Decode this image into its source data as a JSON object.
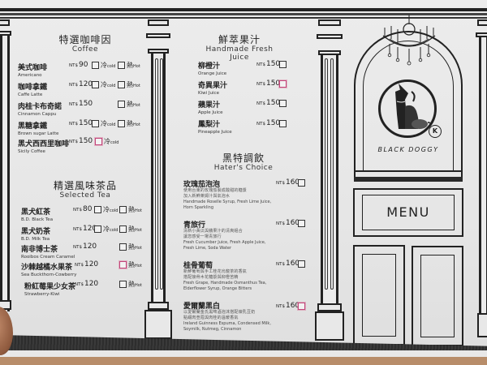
{
  "brand": {
    "name": "BLACK DOGGY",
    "menu_label": "MENU",
    "logo_tag": "K"
  },
  "currency": "NT$",
  "coffee": {
    "title": "特選咖啡因",
    "subtitle": "Coffee",
    "items": [
      {
        "zh": "美式咖啡",
        "en": "Americano",
        "price": "90",
        "cold": "冷",
        "cold_en": "cold",
        "hot": "熱",
        "hot_en": "Hot"
      },
      {
        "zh": "咖啡拿鐵",
        "en": "Caffe Latte",
        "price": "120",
        "cold": "冷",
        "cold_en": "cold",
        "hot": "熱",
        "hot_en": "Hot"
      },
      {
        "zh": "肉桂卡布奇諾",
        "en": "Cinnamon Cappu",
        "price": "150",
        "hot": "熱",
        "hot_en": "Hot"
      },
      {
        "zh": "黑糖拿鐵",
        "en": "Brown sugar Latte",
        "price": "150",
        "cold": "冷",
        "cold_en": "cold",
        "hot": "熱",
        "hot_en": "Hot"
      },
      {
        "zh": "黑犬西西里咖啡",
        "en": "Sicily Coffee",
        "price": "150",
        "cold": "冷",
        "cold_en": "cold",
        "marked": "cold"
      }
    ]
  },
  "tea": {
    "title": "精選風味茶品",
    "subtitle": "Selected Tea",
    "items": [
      {
        "zh": "黑犬紅茶",
        "en": "B.D. Black Tea",
        "price": "80",
        "cold": "冷",
        "cold_en": "cold",
        "hot": "熱",
        "hot_en": "Hot"
      },
      {
        "zh": "黑犬奶茶",
        "en": "B.D. Milk Tea",
        "price": "120",
        "cold": "冷",
        "cold_en": "cold",
        "hot": "熱",
        "hot_en": "Hot"
      },
      {
        "zh": "南非博士茶",
        "en": "Rooibos Cream Caramel",
        "price": "120",
        "hot": "熱",
        "hot_en": "Hot"
      },
      {
        "zh": "沙棘越橘水果茶",
        "en": "Sea Buckthorn-Cowberry",
        "price": "120",
        "hot": "熱",
        "hot_en": "Hot",
        "marked": "hot"
      },
      {
        "zh": "粉紅莓果少女茶",
        "en": "Strawberry-Kiwi",
        "price": "120",
        "hot": "熱",
        "hot_en": "Hot"
      }
    ]
  },
  "juice": {
    "title": "鮮萃果汁",
    "subtitle": "Handmade Fresh Juice",
    "items": [
      {
        "zh": "柳橙汁",
        "en": "Orange Juice",
        "price": "150"
      },
      {
        "zh": "奇異果汁",
        "en": "Kiwi Juice",
        "price": "150",
        "marked": true
      },
      {
        "zh": "蘋果汁",
        "en": "Apple Juice",
        "price": "150"
      },
      {
        "zh": "鳳梨汁",
        "en": "Pineapple Juice",
        "price": "150"
      }
    ]
  },
  "haters": {
    "title": "黑特調飲",
    "subtitle": "Hater's Choice",
    "items": [
      {
        "zh": "玫瑰茄泡泡",
        "price": "160",
        "desc": [
          "使用台東的玫瑰茄製成酸甜的糖漿",
          "加入新鮮萊姆汁與氣泡水",
          "Handmade Roselle Syrup, Fresh Lime Juice,",
          "Horn Sparkling"
        ]
      },
      {
        "zh": "青旅行",
        "price": "160",
        "desc": [
          "清新小黃瓜與蘋果汁的清爽組合",
          "讓您感受一場青旅行",
          "Fresh Cucumber Juice, Fresh Apple Juice,",
          "Fresh Lime, Soda Water"
        ]
      },
      {
        "zh": "桂骨葡萄",
        "price": "160",
        "desc": [
          "新鮮葡萄與手工桂花烏龍茶的香氣",
          "搭配接骨木花糖漿與柳橙苦精",
          "Fresh Grape, Handmade Osmanthus Tea,",
          "Elderflower Syrup, Orange Bitters"
        ]
      },
      {
        "zh": "愛爾蘭黑白",
        "price": "160",
        "marked": true,
        "desc": [
          "以愛爾蘭金氏黑啤酒泡沫搭配煉乳豆奶",
          "點綴肉荳蔻與肉桂的溫暖香氣",
          "Ireland Guinness Espuma, Condensed Milk,",
          "Soymilk, Nutmeg, Cinnamon"
        ]
      }
    ]
  },
  "colors": {
    "ink": "#222222",
    "paper": "#e8e8e8",
    "pen_mark": "#d2477d"
  }
}
